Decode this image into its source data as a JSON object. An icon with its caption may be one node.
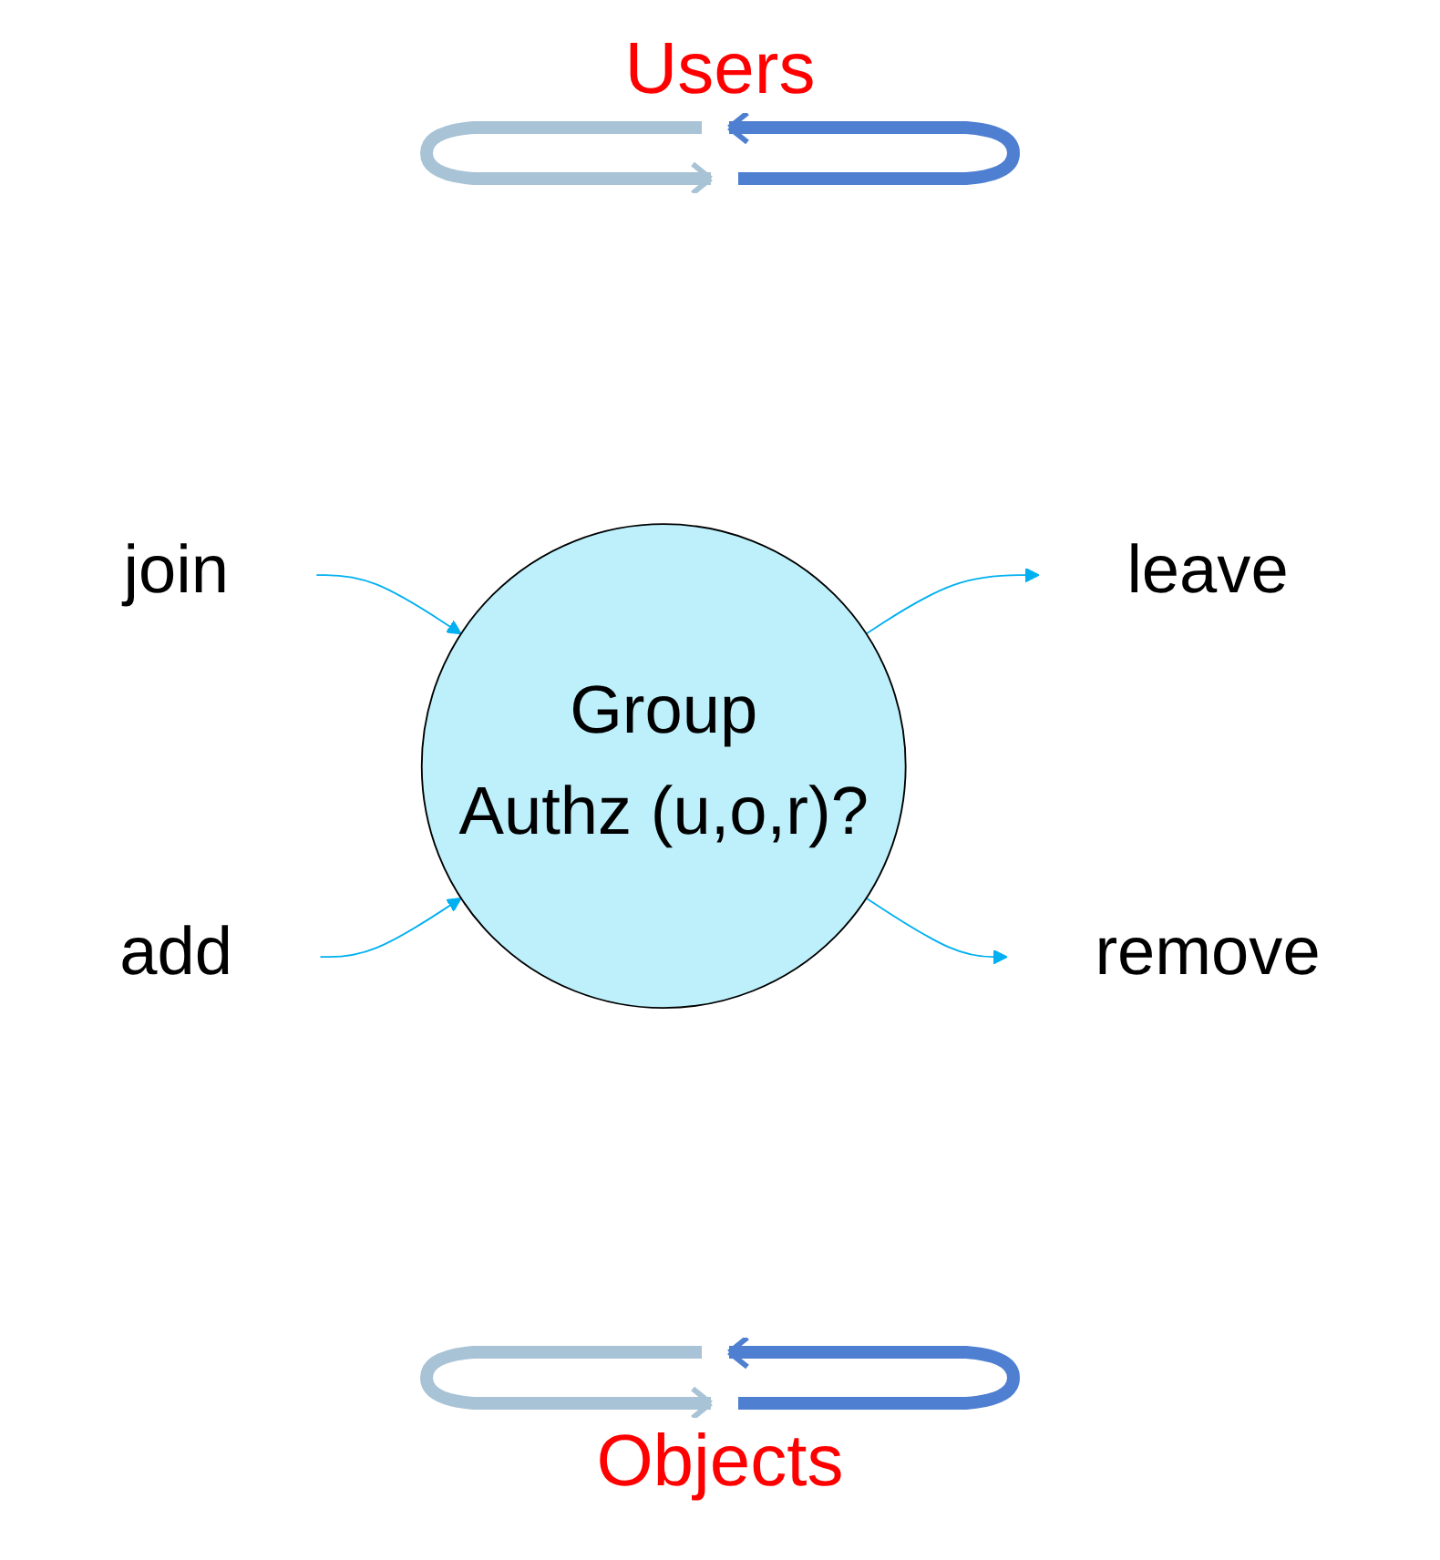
{
  "diagram": {
    "nodes": [
      {
        "text": [
          "join"
        ]
      },
      {
        "text": [
          "leave"
        ]
      },
      {
        "text": [
          "Group",
          "Authz (u,o,r)?"
        ]
      },
      {
        "text": [
          "add"
        ]
      },
      {
        "text": [
          "remove"
        ]
      }
    ],
    "edges": [
      {
        "from": 0,
        "to": 2,
        "arrow": "to"
      },
      {
        "from": 2,
        "to": 1,
        "arrow": "to"
      },
      {
        "from": 3,
        "to": 2,
        "arrow": "to"
      },
      {
        "from": 2,
        "to": 4,
        "arrow": "to"
      }
    ],
    "labels": [
      "Users",
      "Objects"
    ]
  }
}
